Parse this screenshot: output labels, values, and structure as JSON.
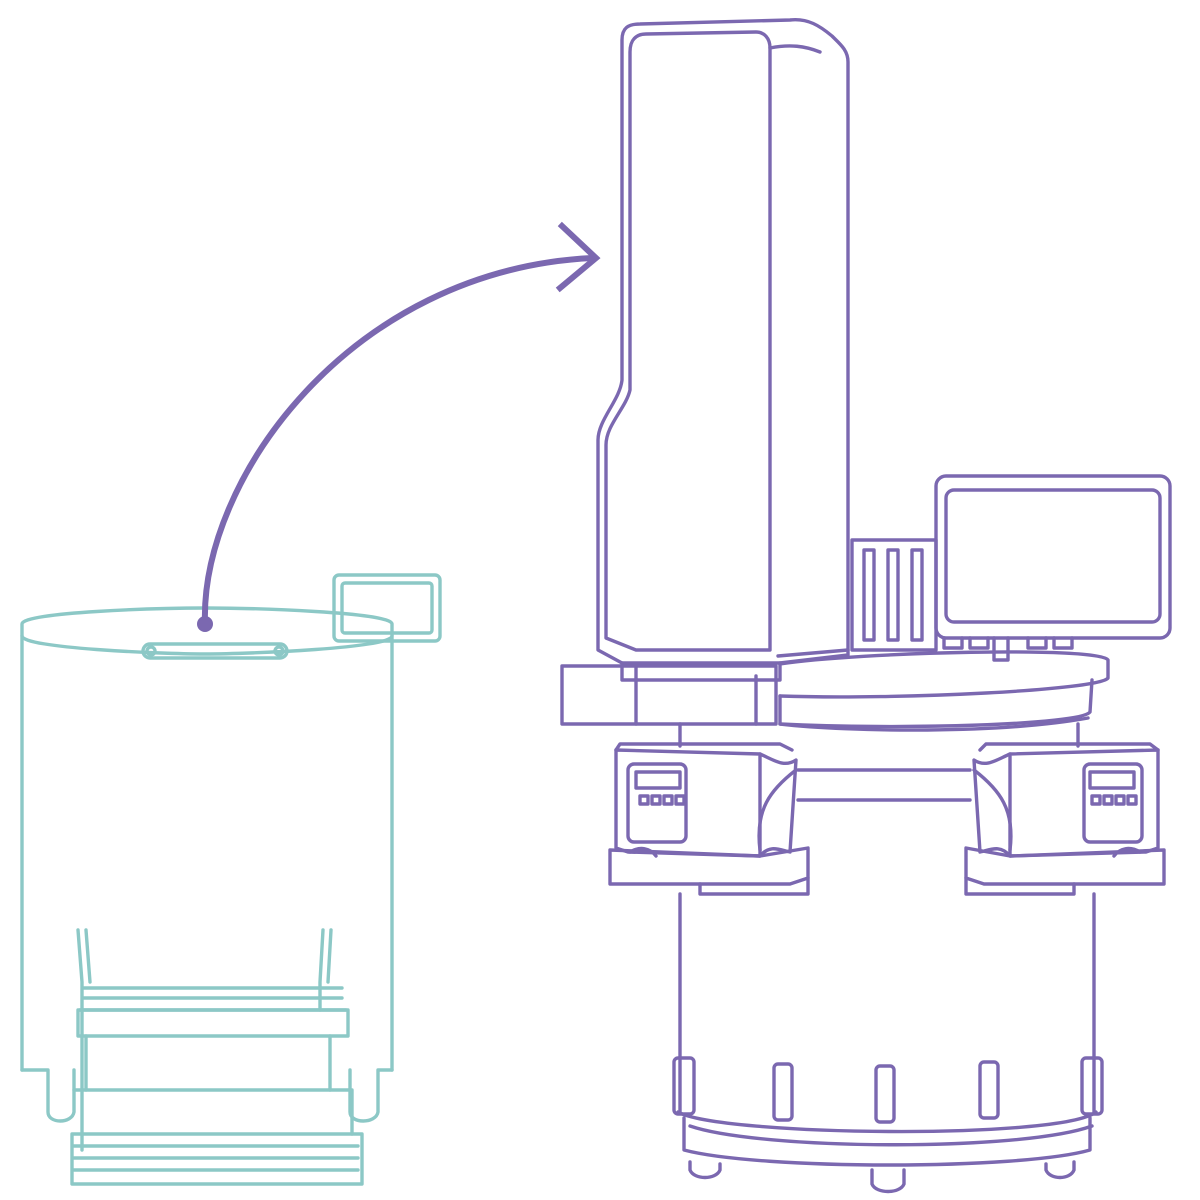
{
  "diagram": {
    "type": "transfer-illustration",
    "colors": {
      "source_line": "#8cc8c6",
      "target_line": "#7b68b0",
      "arrow": "#7b68b0",
      "background": "#ffffff"
    },
    "nodes": [
      {
        "id": "storage-tank",
        "icon": "cryogenic-storage-tank-icon"
      },
      {
        "id": "automated-system",
        "icon": "automated-workstation-icon"
      }
    ],
    "edges": [
      {
        "from": "storage-tank",
        "to": "automated-system",
        "style": "curved-arrow"
      }
    ]
  }
}
